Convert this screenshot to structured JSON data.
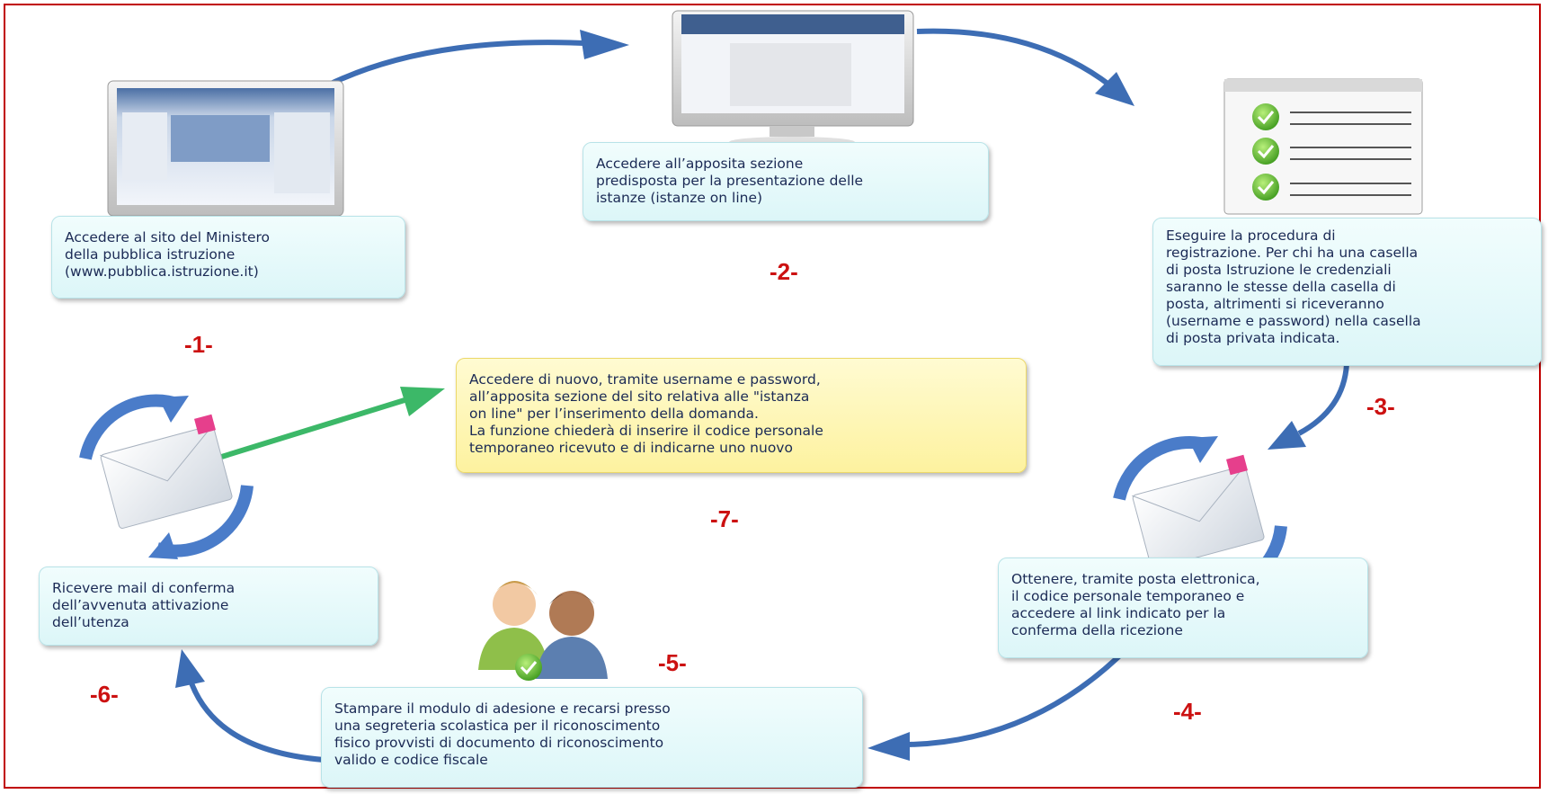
{
  "steps": [
    {
      "number": "-1-",
      "text": "Accedere al sito del Ministero\ndella pubblica istruzione\n(www.pubblica.istruzione.it)"
    },
    {
      "number": "-2-",
      "text": "Accedere all’apposita sezione\npredisposta per la presentazione delle\nistanze (istanze on line)"
    },
    {
      "number": "-3-",
      "text": "Eseguire la procedura di\nregistrazione. Per chi ha una casella\ndi posta Istruzione le credenziali\nsaranno le stesse della casella di\nposta, altrimenti si riceveranno\n(username e password) nella casella\ndi posta privata indicata."
    },
    {
      "number": "-4-",
      "text": "Ottenere, tramite posta elettronica,\nil codice personale temporaneo e\naccedere al link indicato per la\nconferma della ricezione"
    },
    {
      "number": "-5-",
      "text": "Stampare il modulo di adesione e recarsi presso\nuna segreteria scolastica per il riconoscimento\nfisico provvisti di documento di riconoscimento\nvalido e codice fiscale"
    },
    {
      "number": "-6-",
      "text": "Ricevere mail di conferma\ndell’avvenuta attivazione\ndell’utenza"
    },
    {
      "number": "-7-",
      "text": "Accedere di nuovo, tramite username e password,\nall’apposita sezione del sito relativa alle \"istanza\non line\" per l’inserimento della domanda.\nLa funzione chiederà di inserire il codice personale\ntemporaneo ricevuto e di indicarne uno nuovo"
    }
  ],
  "colors": {
    "border": "#c00000",
    "number": "#cc1111",
    "arrow_blue": "#3d6db4",
    "arrow_green": "#3cb868",
    "box_cyan": "#dcf6f8",
    "box_yellow": "#fdf29f"
  },
  "icons": [
    "monitor-icon",
    "checklist-icon",
    "email-sync-icon",
    "people-check-icon"
  ]
}
